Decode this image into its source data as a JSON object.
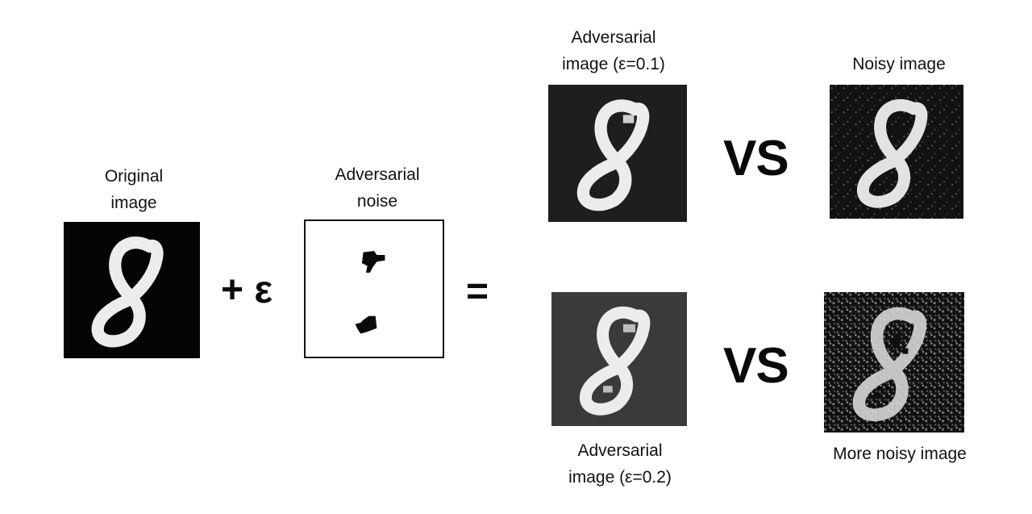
{
  "original": {
    "label_1": "Original",
    "label_2": "image"
  },
  "plus_epsilon": "+ ε",
  "noise": {
    "label_1": "Adversarial",
    "label_2": "noise"
  },
  "equals": "=",
  "adv_01": {
    "label_1": "Adversarial",
    "label_2": "image (ε=0.1)"
  },
  "noisy": {
    "label": "Noisy image"
  },
  "adv_02": {
    "label_1": "Adversarial",
    "label_2": "image (ε=0.2)"
  },
  "more_noisy": {
    "label": "More noisy image"
  },
  "vs_top": "VS",
  "vs_bottom": "VS",
  "colors": {
    "original_bg": "#050505",
    "adv_01_bg": "#1e1e1e",
    "adv_02_bg": "#3a3a3a",
    "noisy_bg": "#121212",
    "digit": "#ececec"
  }
}
